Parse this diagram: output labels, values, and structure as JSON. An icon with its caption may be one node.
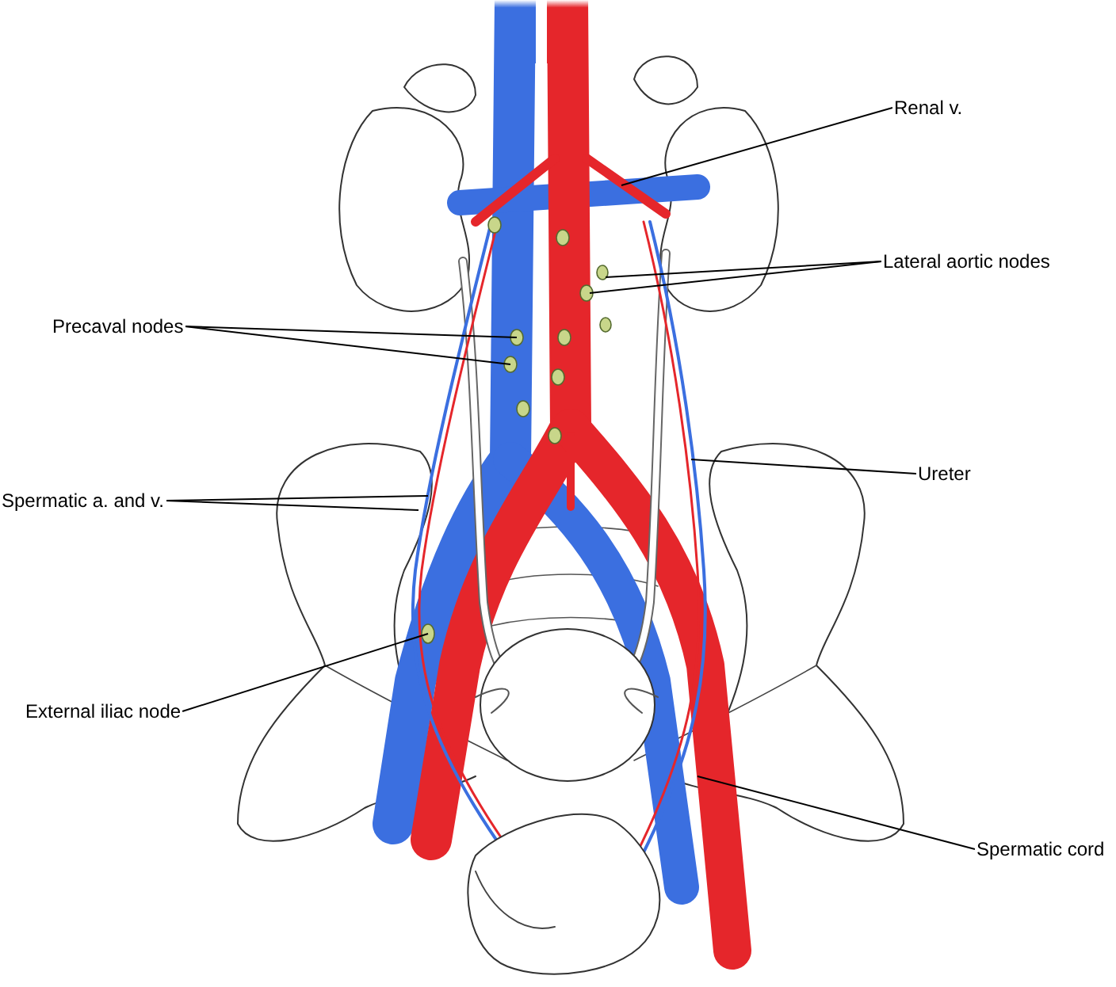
{
  "diagram": {
    "nodes": [
      {
        "text": [
          "Renal v."
        ]
      },
      {
        "text": [
          "Lateral aortic nodes"
        ]
      },
      {
        "text": [
          "Precaval nodes"
        ]
      },
      {
        "text": [
          "Spermatic a. and v."
        ]
      },
      {
        "text": [
          "Ureter"
        ]
      },
      {
        "text": [
          "External iliac node"
        ]
      },
      {
        "text": [
          "Spermatic cord"
        ]
      }
    ],
    "edges": [
      {
        "from": 0,
        "to": null,
        "arrow": "none"
      },
      {
        "from": 1,
        "to": null,
        "arrow": "none"
      },
      {
        "from": 1,
        "to": null,
        "arrow": "none"
      },
      {
        "from": 2,
        "to": null,
        "arrow": "none"
      },
      {
        "from": 2,
        "to": null,
        "arrow": "none"
      },
      {
        "from": 3,
        "to": null,
        "arrow": "none"
      },
      {
        "from": 3,
        "to": null,
        "arrow": "none"
      },
      {
        "from": 4,
        "to": null,
        "arrow": "none"
      },
      {
        "from": 5,
        "to": null,
        "arrow": "none"
      },
      {
        "from": 6,
        "to": null,
        "arrow": "none"
      }
    ]
  }
}
